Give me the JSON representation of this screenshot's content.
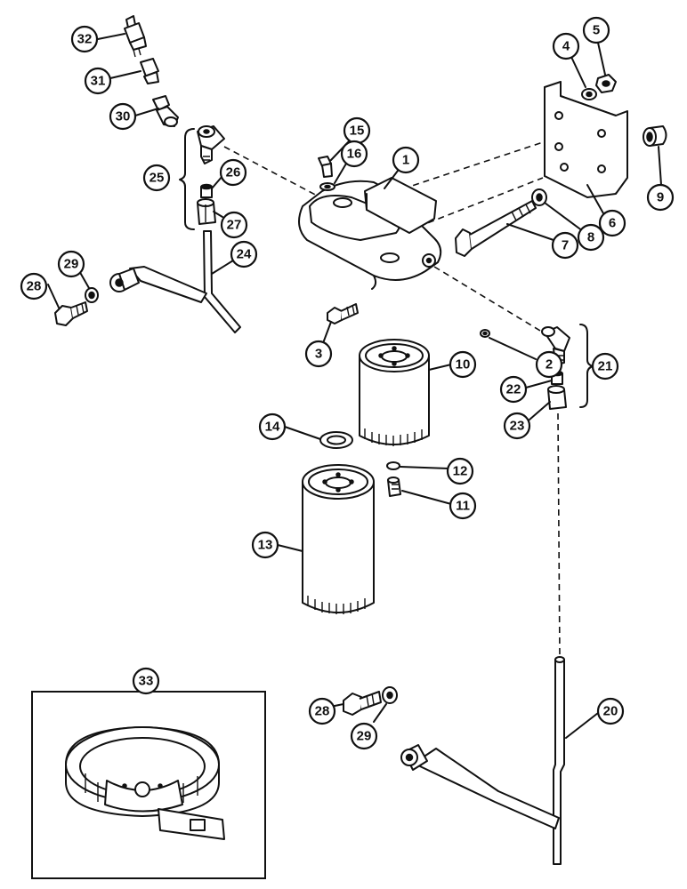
{
  "callouts": {
    "c1": "1",
    "c2": "2",
    "c3": "3",
    "c4": "4",
    "c5": "5",
    "c6": "6",
    "c7": "7",
    "c8": "8",
    "c9": "9",
    "c10": "10",
    "c11": "11",
    "c12": "12",
    "c13": "13",
    "c14": "14",
    "c15": "15",
    "c16": "16",
    "c20": "20",
    "c21": "21",
    "c22": "22",
    "c23": "23",
    "c24": "24",
    "c25": "25",
    "c26": "26",
    "c27": "27",
    "c28a": "28",
    "c28b": "28",
    "c29a": "29",
    "c29b": "29",
    "c30": "30",
    "c31": "31",
    "c32": "32",
    "c33": "33"
  }
}
